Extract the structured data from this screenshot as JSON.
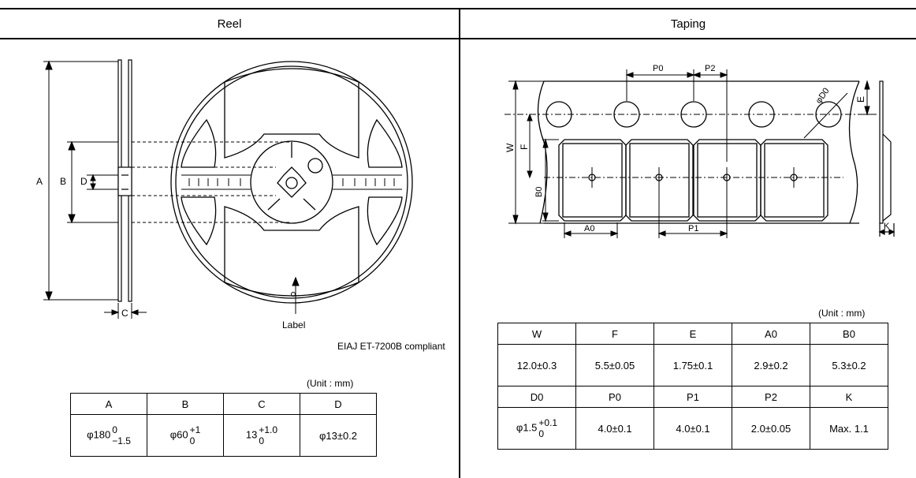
{
  "reel": {
    "title": "Reel",
    "dims": {
      "A": "A",
      "B": "B",
      "D": "D",
      "C": "C"
    },
    "label": "Label",
    "compliance": "EIAJ  ET-7200B compliant",
    "unit": "(Unit : mm)",
    "table": {
      "headers": [
        "A",
        "B",
        "C",
        "D"
      ],
      "values": [
        {
          "main": "φ180",
          "upper": "0",
          "lower": "−1.5"
        },
        {
          "main": "φ60",
          "upper": "+1",
          "lower": "0"
        },
        {
          "main": "13",
          "upper": "+1.0",
          "lower": "0"
        },
        {
          "main": "φ13±0.2"
        }
      ]
    }
  },
  "taping": {
    "title": "Taping",
    "dims": {
      "P0": "P0",
      "P2": "P2",
      "P1": "P1",
      "W": "W",
      "F": "F",
      "E": "E",
      "B0": "B0",
      "A0": "A0",
      "D0": "φD0",
      "K": "K"
    },
    "unit": "(Unit : mm)",
    "table": {
      "headers1": [
        "W",
        "F",
        "E",
        "A0",
        "B0"
      ],
      "values1": [
        "12.0±0.3",
        "5.5±0.05",
        "1.75±0.1",
        "2.9±0.2",
        "5.3±0.2"
      ],
      "headers2": [
        "D0",
        "P0",
        "P1",
        "P2",
        "K"
      ],
      "values2": [
        {
          "main": "φ1.5",
          "upper": "+0.1",
          "lower": "0"
        },
        {
          "main": "4.0±0.1"
        },
        {
          "main": "4.0±0.1"
        },
        {
          "main": "2.0±0.05"
        },
        {
          "main": "Max. 1.1"
        }
      ]
    }
  }
}
